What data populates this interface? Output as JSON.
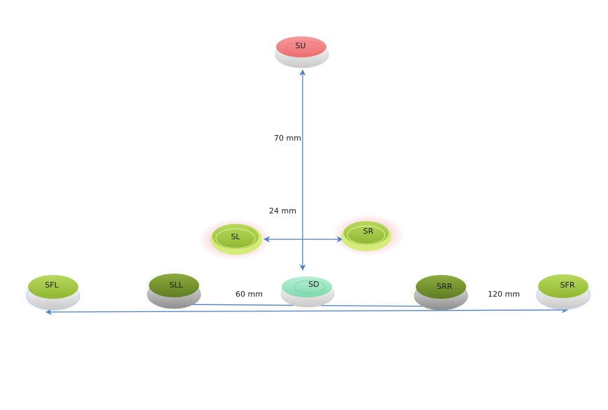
{
  "nodes": {
    "su": {
      "label": "SU"
    },
    "sl": {
      "label": "SL"
    },
    "sr": {
      "label": "SR"
    },
    "sd": {
      "label": "SD"
    },
    "sfl": {
      "label": "SFL"
    },
    "sll": {
      "label": "SLL"
    },
    "srr": {
      "label": "SRR"
    },
    "sfr": {
      "label": "SFR"
    }
  },
  "dimensions": {
    "vertical": "70 mm",
    "lateral": "24 mm",
    "inner": "60 mm",
    "outer": "120 mm"
  },
  "colors": {
    "red": "#f07a7c",
    "green": "#9cc43c",
    "dark_green": "#6f8e2c",
    "mint": "#9fe5c4",
    "arrow": "#4f7fc6"
  }
}
